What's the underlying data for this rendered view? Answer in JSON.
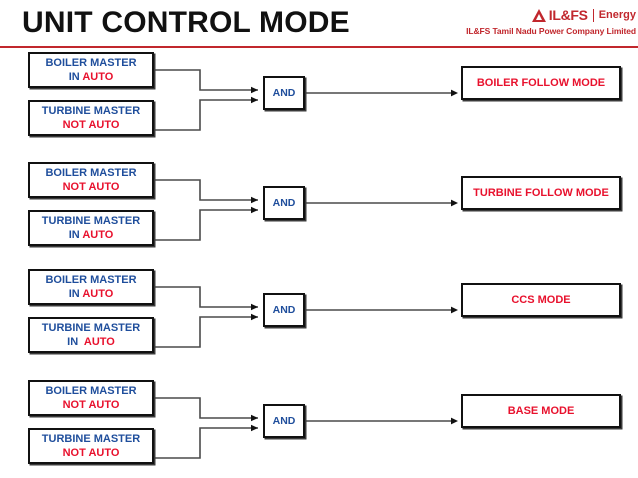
{
  "header": {
    "title": "UNIT CONTROL MODE",
    "brand_name": "IL&FS",
    "brand_unit": "Energy",
    "brand_sub": "IL&FS Tamil Nadu Power Company Limited",
    "rule_color": "#c1272d"
  },
  "colors": {
    "label_blue": "#1f4e9c",
    "state_red": "#e8112d",
    "box_border": "#111111",
    "accent_red": "#c1272d"
  },
  "gate_label": "AND",
  "rows": [
    {
      "input_a": {
        "line1": "BOILER MASTER",
        "state_prefix": "IN ",
        "state_value": "AUTO",
        "negated": false
      },
      "input_b": {
        "line1": "TURBINE MASTER",
        "state_prefix": "",
        "state_value": "NOT AUTO",
        "negated": true
      },
      "gate": "AND",
      "output": "BOILER FOLLOW MODE"
    },
    {
      "input_a": {
        "line1": "BOILER MASTER",
        "state_prefix": "",
        "state_value": "NOT AUTO",
        "negated": true
      },
      "input_b": {
        "line1": "TURBINE MASTER",
        "state_prefix": "IN ",
        "state_value": "AUTO",
        "negated": false
      },
      "gate": "AND",
      "output": "TURBINE FOLLOW MODE"
    },
    {
      "input_a": {
        "line1": "BOILER MASTER",
        "state_prefix": "IN ",
        "state_value": "AUTO",
        "negated": false
      },
      "input_b": {
        "line1": "TURBINE MASTER",
        "state_prefix": "IN  ",
        "state_value": "AUTO",
        "negated": false
      },
      "gate": "AND",
      "output": "CCS MODE"
    },
    {
      "input_a": {
        "line1": "BOILER MASTER",
        "state_prefix": "",
        "state_value": "NOT AUTO",
        "negated": true
      },
      "input_b": {
        "line1": "TURBINE MASTER",
        "state_prefix": "",
        "state_value": "NOT AUTO",
        "negated": true
      },
      "gate": "AND",
      "output": "BASE MODE"
    }
  ]
}
